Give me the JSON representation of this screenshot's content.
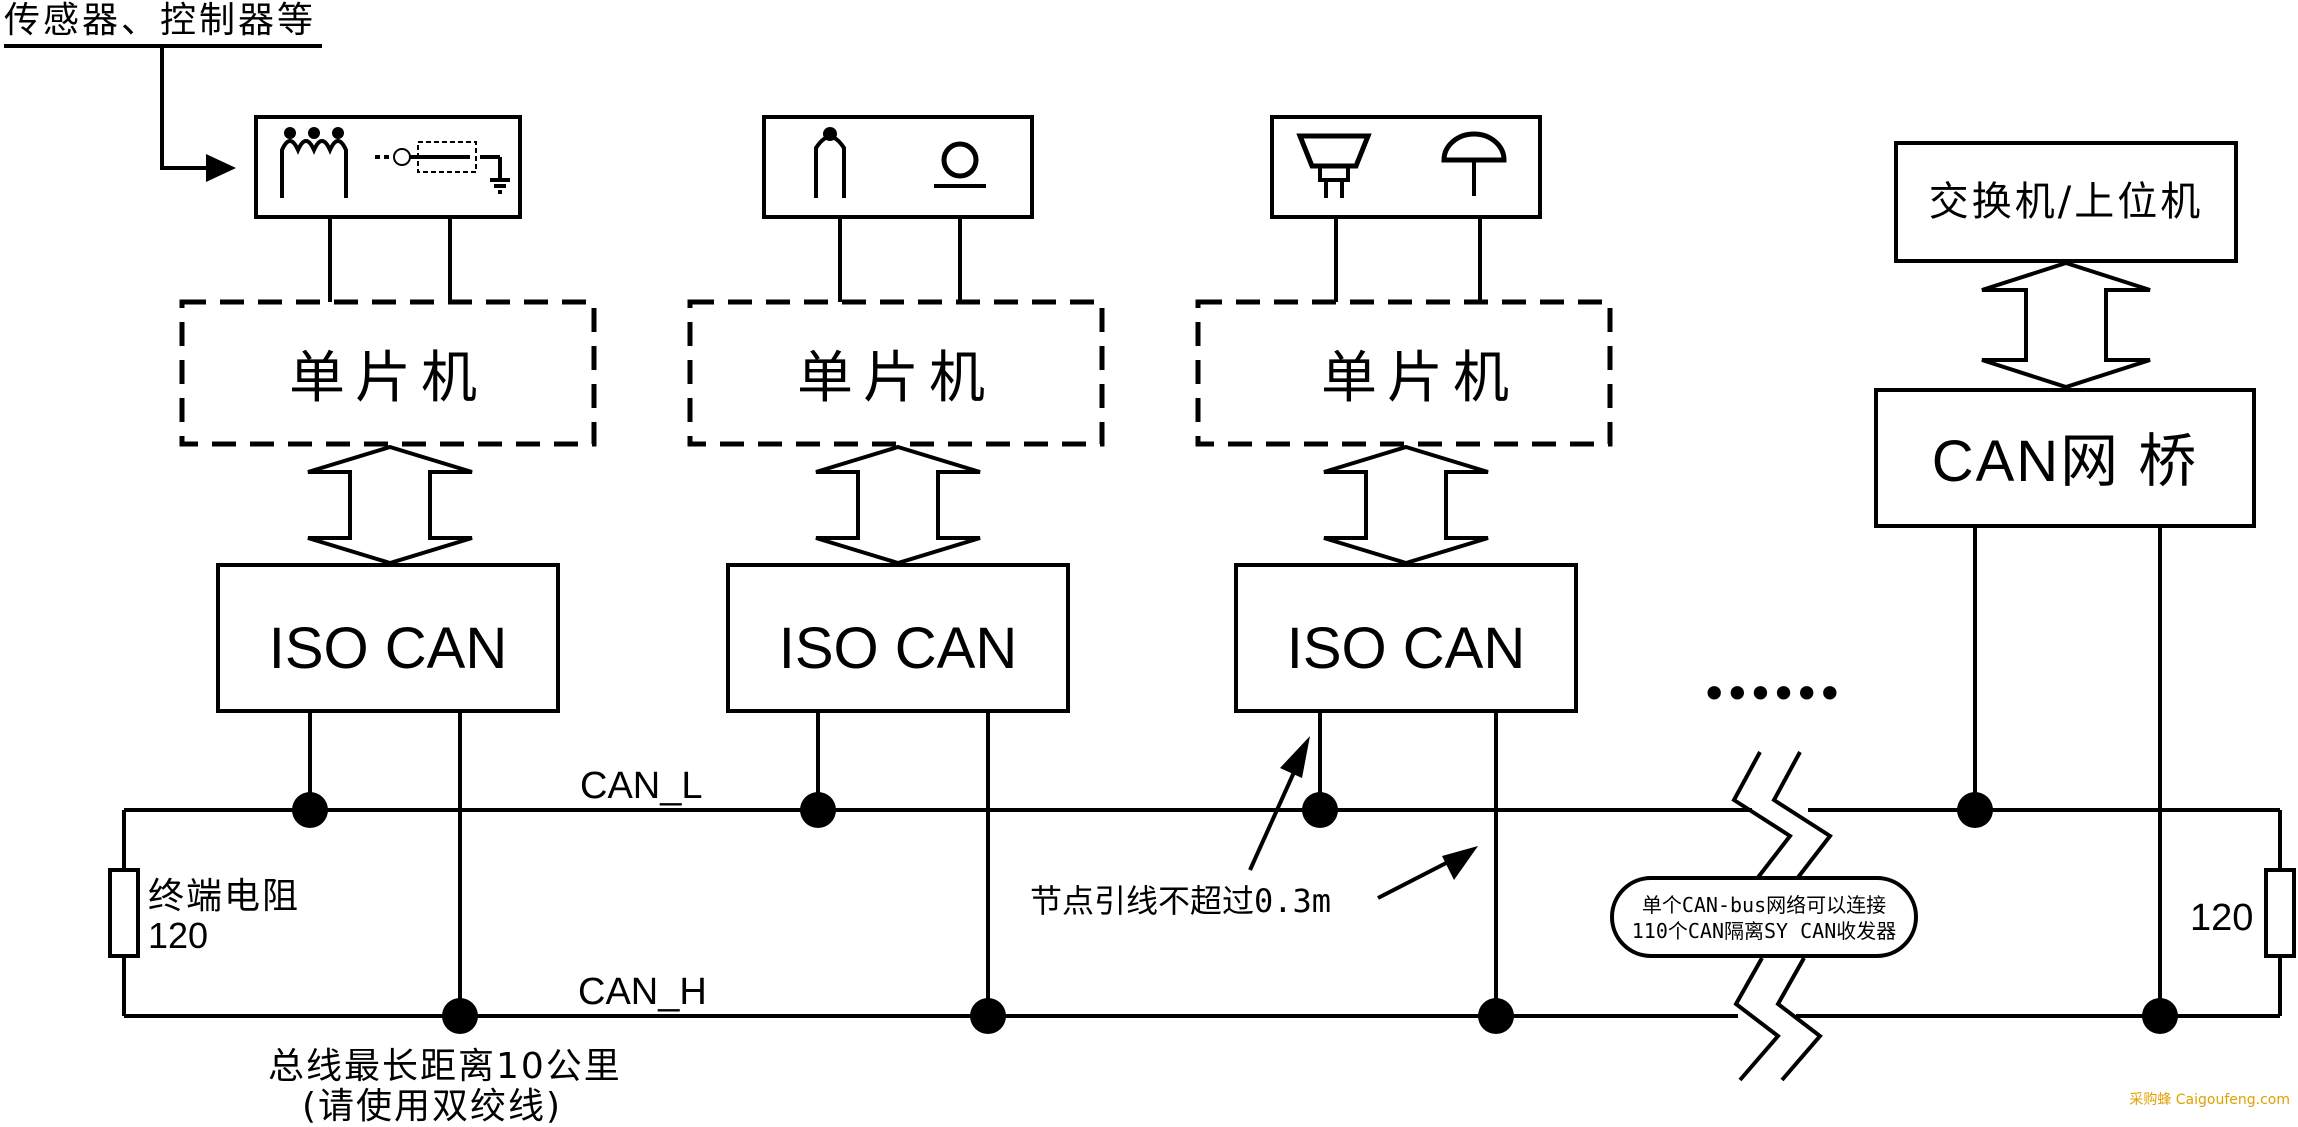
{
  "header_label": "传感器、控制器等",
  "mcu_label": "单片机",
  "iso_label": "ISO CAN",
  "gateway": {
    "top_label": "交换机/上位机",
    "bridge_label": "CAN网 桥"
  },
  "bus": {
    "can_l": "CAN_L",
    "can_h": "CAN_H",
    "ellipsis": "••••••"
  },
  "terminator_left": {
    "label": "终端电阻",
    "value": "120"
  },
  "terminator_right": {
    "value": "120"
  },
  "stub_note": "节点引线不超过0.3m",
  "bus_length_note": [
    "总线最长距离10公里",
    "(请使用双绞线)"
  ],
  "capacity_note": [
    "单个CAN-bus网络可以连接",
    "110个CAN隔离SY CAN收发器"
  ],
  "watermark": "采购蜂 Caigoufeng.com",
  "watermark_color": "#e0a000"
}
